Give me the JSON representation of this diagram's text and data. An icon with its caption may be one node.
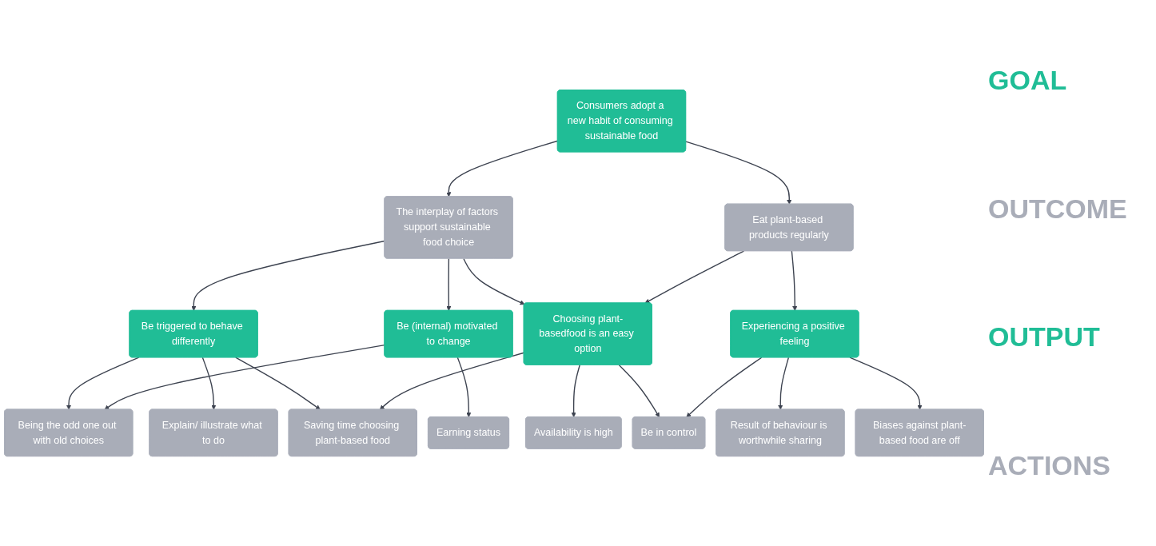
{
  "diagram": {
    "nodes": [
      {
        "text": [
          "Consumers adopt a new habit of consuming sustainable food"
        ]
      },
      {
        "text": [
          "The interplay of factors support sustainable food choice"
        ]
      },
      {
        "text": [
          "Eat plant-based products regularly"
        ]
      },
      {
        "text": [
          "Be triggered to behave differently"
        ]
      },
      {
        "text": [
          "Be (internal) motivated to change"
        ]
      },
      {
        "text": [
          "Choosing plant-basedfood is an easy option"
        ]
      },
      {
        "text": [
          "Experiencing a positive feeling"
        ]
      },
      {
        "text": [
          "Being the odd one out with old choices"
        ]
      },
      {
        "text": [
          "Earning status"
        ]
      },
      {
        "text": [
          "Be in control"
        ]
      },
      {
        "text": [
          "Biases against plant-based food are off"
        ]
      },
      {
        "text": [
          "Explain/ illustrate what to do"
        ]
      },
      {
        "text": [
          "Saving time choosing plant-based food"
        ]
      },
      {
        "text": [
          "Availability is high"
        ]
      },
      {
        "text": [
          "Result of behaviour is worthwhile sharing"
        ]
      }
    ],
    "edges": [
      {
        "from": 0,
        "to": 1,
        "arrow": "to"
      },
      {
        "from": 0,
        "to": 2,
        "arrow": "to"
      },
      {
        "from": 1,
        "to": 3,
        "arrow": "to"
      },
      {
        "from": 1,
        "to": 4,
        "arrow": "to"
      },
      {
        "from": 1,
        "to": 5,
        "arrow": "to"
      },
      {
        "from": 2,
        "to": 5,
        "arrow": "to"
      },
      {
        "from": 2,
        "to": 6,
        "arrow": "to"
      },
      {
        "from": 3,
        "to": 7,
        "arrow": "to"
      },
      {
        "from": 3,
        "to": 11,
        "arrow": "to"
      },
      {
        "from": 3,
        "to": 12,
        "arrow": "to"
      },
      {
        "from": 4,
        "to": 7,
        "arrow": "to"
      },
      {
        "from": 4,
        "to": 8,
        "arrow": "to"
      },
      {
        "from": 5,
        "to": 12,
        "arrow": "to"
      },
      {
        "from": 5,
        "to": 13,
        "arrow": "to"
      },
      {
        "from": 5,
        "to": 9,
        "arrow": "to"
      },
      {
        "from": 6,
        "to": 9,
        "arrow": "to"
      },
      {
        "from": 6,
        "to": 14,
        "arrow": "to"
      },
      {
        "from": 6,
        "to": 10,
        "arrow": "to"
      }
    ],
    "labels": [
      "GOAL",
      "OUTCOME",
      "OUTPUT",
      "ACTIONS"
    ]
  }
}
